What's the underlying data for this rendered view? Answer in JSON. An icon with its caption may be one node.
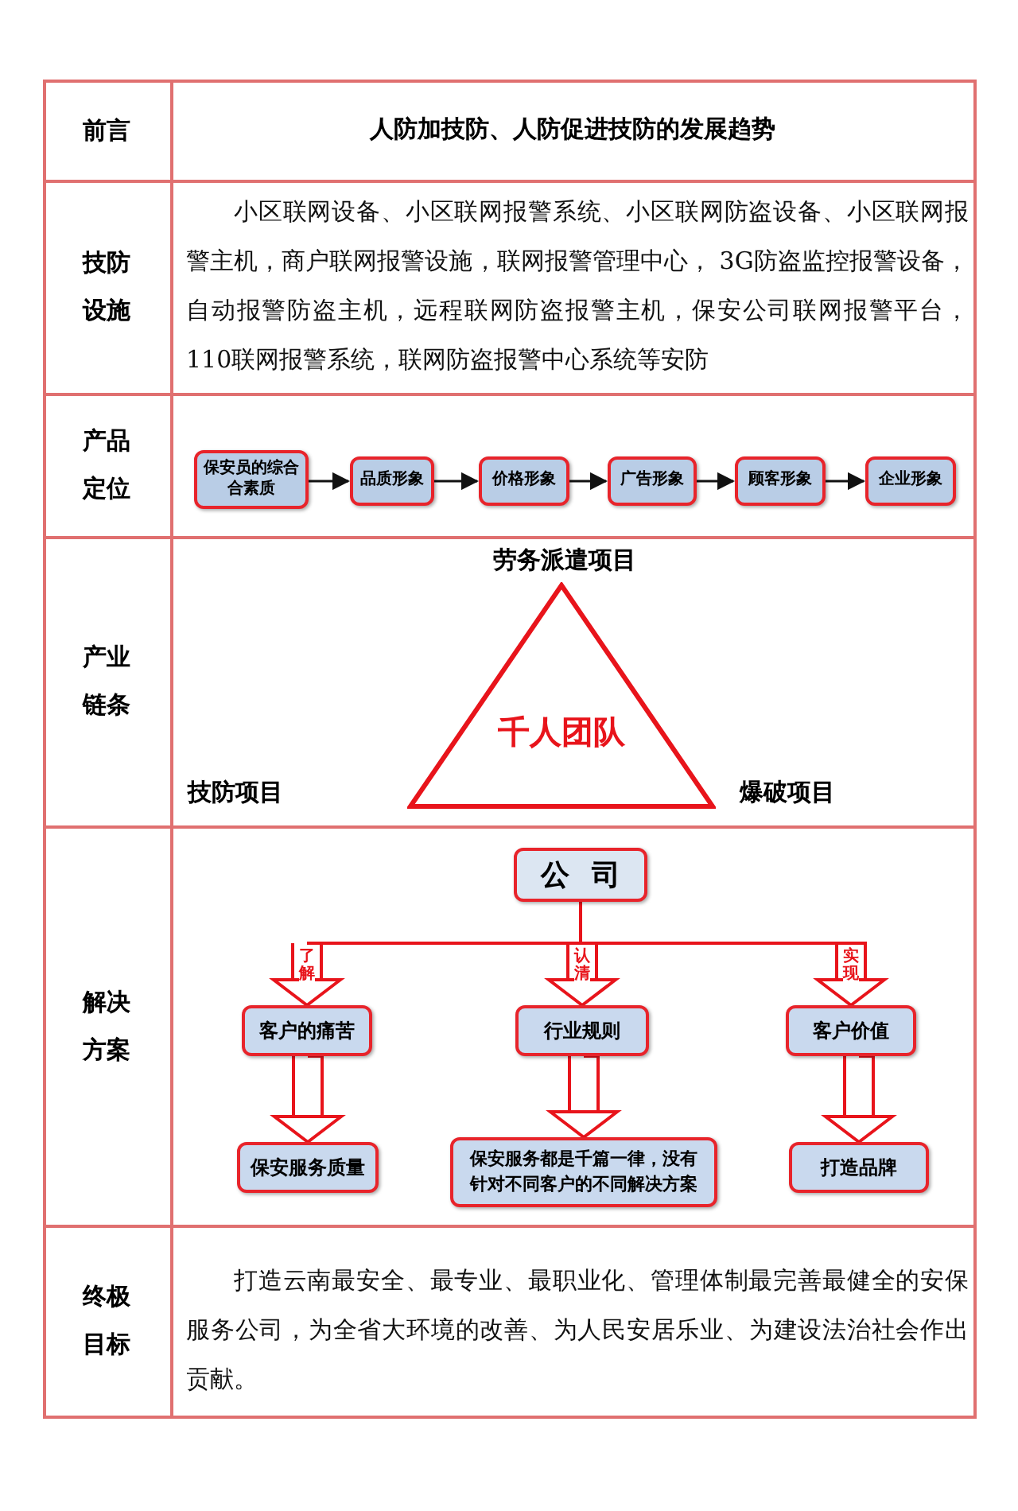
{
  "diagram": {
    "nodes": [
      {
        "text": [
          "保安员的综合合素质"
        ]
      },
      {
        "text": [
          "品质形象"
        ]
      },
      {
        "text": [
          "价格形象"
        ]
      },
      {
        "text": [
          "广告形象"
        ]
      },
      {
        "text": [
          "顾客形象"
        ]
      },
      {
        "text": [
          "企业形象"
        ]
      },
      {
        "text": [
          "千人团队"
        ]
      },
      {
        "text": [
          "公司"
        ]
      },
      {
        "text": [
          "客户的痛苦"
        ]
      },
      {
        "text": [
          "行业规则"
        ]
      },
      {
        "text": [
          "客户价值"
        ]
      },
      {
        "text": [
          "保安服务质量"
        ]
      },
      {
        "text": [
          "保安服务都是千篇一律，没有针对不同客户的不同解决方案"
        ]
      },
      {
        "text": [
          "打造品牌"
        ]
      }
    ],
    "edges": [
      {
        "from": 0,
        "to": 1,
        "arrow": "to",
        "color": "#111111"
      },
      {
        "from": 1,
        "to": 2,
        "arrow": "to",
        "color": "#111111"
      },
      {
        "from": 2,
        "to": 3,
        "arrow": "to",
        "color": "#111111"
      },
      {
        "from": 3,
        "to": 4,
        "arrow": "to",
        "color": "#111111"
      },
      {
        "from": 4,
        "to": 5,
        "arrow": "to",
        "color": "#111111"
      },
      {
        "from": 7,
        "to": 8,
        "arrow": "to",
        "label": "了解",
        "color": "#e8141b"
      },
      {
        "from": 7,
        "to": 9,
        "arrow": "to",
        "label": "认清",
        "color": "#e8141b"
      },
      {
        "from": 7,
        "to": 10,
        "arrow": "to",
        "label": "实现",
        "color": "#e8141b"
      },
      {
        "from": 8,
        "to": 11,
        "arrow": "to",
        "color": "#e8141b"
      },
      {
        "from": 9,
        "to": 12,
        "arrow": "to",
        "color": "#e8141b"
      },
      {
        "from": 10,
        "to": 13,
        "arrow": "to",
        "color": "#e8141b"
      }
    ],
    "labels": [
      "前言",
      "人防加技防、人防促进技防的发展趋势",
      "技防设施",
      "小区联网设备、小区联网报警系统、小区联网防盗设备、小区联网报警主机，商户联网报警设施，联网报警管理中心， 3G防盗监控报警设备，自动报警防盗主机，远程联网防盗报警主机，保安公司联网报警平台， 110联网报警系统，联网防盗报警中心系统等安防",
      "产品定位",
      "产业链条",
      "劳务派遣项目",
      "技防项目",
      "爆破项目",
      "解决方案",
      "终极目标",
      "打造云南最安全、最专业、最职业化、管理体制最完善最健全的安保服务公司，为全省大环境的改善、为人民安居乐业、为建设法治社会作出贡献。"
    ]
  }
}
